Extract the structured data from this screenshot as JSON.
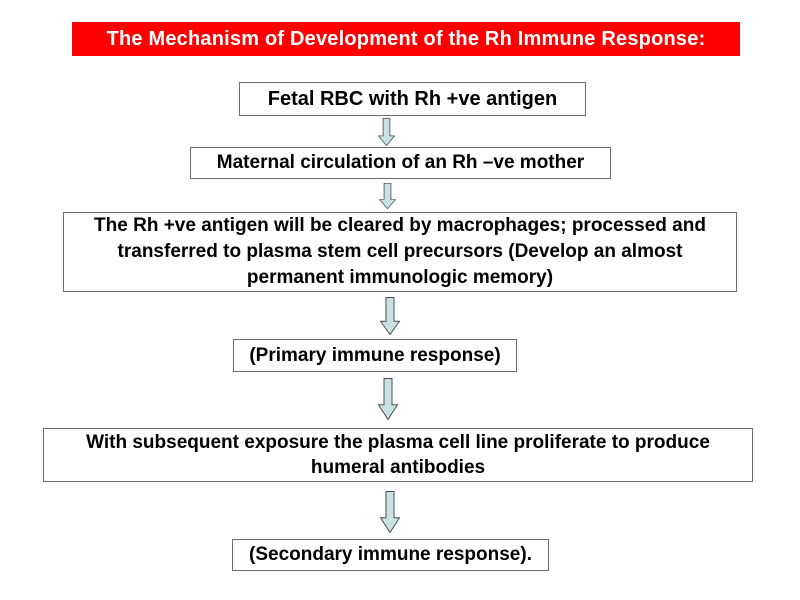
{
  "colors": {
    "background": "#ffffff",
    "title_bg": "#ff0000",
    "title_text": "#ffffff",
    "box_bg": "#ffffff",
    "box_border": "#6e6e6e",
    "text": "#000000",
    "arrow_fill": "#c8e2e3",
    "arrow_stroke": "#4d4d4d"
  },
  "slide": {
    "title": {
      "text": "The Mechanism of Development of the Rh Immune Response:"
    },
    "flow": {
      "arrow_direction": "down",
      "steps": [
        {
          "text": "Fetal RBC with Rh +ve antigen"
        },
        {
          "text": "Maternal circulation of an Rh –ve mother"
        },
        {
          "text": "The Rh +ve antigen will be cleared by macrophages; processed and transferred to plasma stem cell precursors (Develop an almost permanent immunologic memory)"
        },
        {
          "text": "(Primary immune response)"
        },
        {
          "text": "With subsequent exposure the plasma cell line proliferate to produce humeral antibodies"
        },
        {
          "text": "(Secondary immune response)."
        }
      ]
    }
  }
}
